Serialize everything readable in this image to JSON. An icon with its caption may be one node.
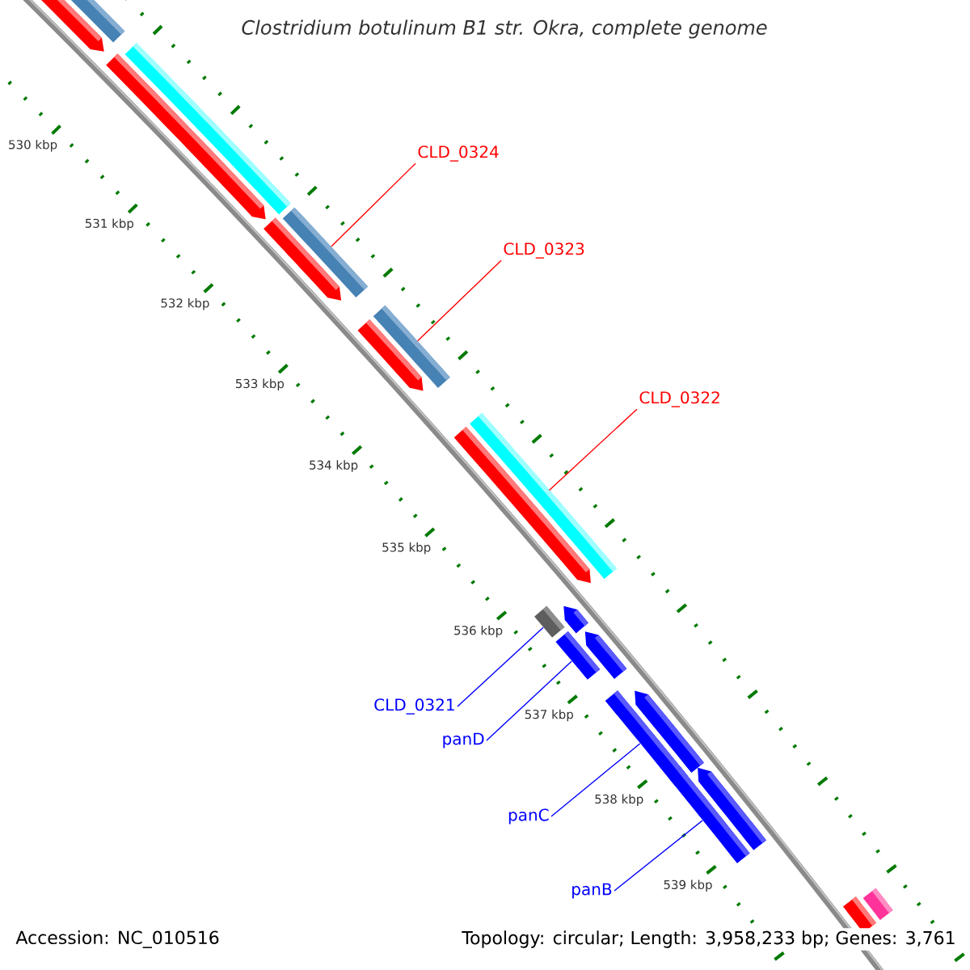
{
  "diagram": {
    "title": "Clostridium botulinum B1 str. Okra, complete genome",
    "nodes": [
      {
        "text": [
          "CLD_0324"
        ]
      },
      {
        "text": [
          "CLD_0323"
        ]
      },
      {
        "text": [
          "CLD_0322"
        ]
      },
      {
        "text": [
          "CLD_0321"
        ]
      },
      {
        "text": [
          "panD"
        ]
      },
      {
        "text": [
          "panC"
        ]
      },
      {
        "text": [
          "panB"
        ]
      },
      {
        "text": [],
        "shape": "bar"
      },
      {
        "text": [],
        "shape": "bar"
      },
      {
        "text": [],
        "shape": "bar"
      },
      {
        "text": [],
        "shape": "bar"
      },
      {
        "text": [],
        "shape": "bar"
      },
      {
        "text": [],
        "shape": "bar"
      },
      {
        "text": [],
        "shape": "bar"
      },
      {
        "text": [],
        "shape": "bar"
      },
      {
        "text": [],
        "shape": "bar"
      },
      {
        "text": [],
        "shape": "bar"
      },
      {
        "text": [],
        "shape": "bar"
      },
      {
        "text": [],
        "shape": "bar"
      },
      {
        "text": [],
        "shape": "bar"
      },
      {
        "text": [],
        "shape": "bar"
      },
      {
        "text": [],
        "shape": "bar"
      },
      {
        "text": [],
        "shape": "bar"
      },
      {
        "text": [],
        "shape": "bar"
      },
      {
        "text": [],
        "shape": "bar"
      },
      {
        "text": [],
        "shape": "bar"
      },
      {
        "text": [],
        "shape": "bar"
      }
    ],
    "edges": [
      {
        "from": 0,
        "to": 7,
        "arrow": "none",
        "color": "#ff0000"
      },
      {
        "from": 1,
        "to": 8,
        "arrow": "none",
        "color": "#ff0000"
      },
      {
        "from": 2,
        "to": 9,
        "arrow": "none",
        "color": "#ff0000"
      },
      {
        "from": 3,
        "to": 10,
        "arrow": "none"
      },
      {
        "from": 4,
        "to": 11,
        "arrow": "none"
      },
      {
        "from": 5,
        "to": 12,
        "arrow": "none"
      },
      {
        "from": 6,
        "to": 13,
        "arrow": "none"
      }
    ],
    "labels": [
      "530 kbp",
      "531 kbp",
      "532 kbp",
      "533 kbp",
      "534 kbp",
      "535 kbp",
      "536 kbp",
      "537 kbp",
      "538 kbp",
      "539 kbp",
      "Accession: NC_010516",
      "Topology: circular; Length: 3,958,233 bp; Genes: 3,761"
    ]
  }
}
